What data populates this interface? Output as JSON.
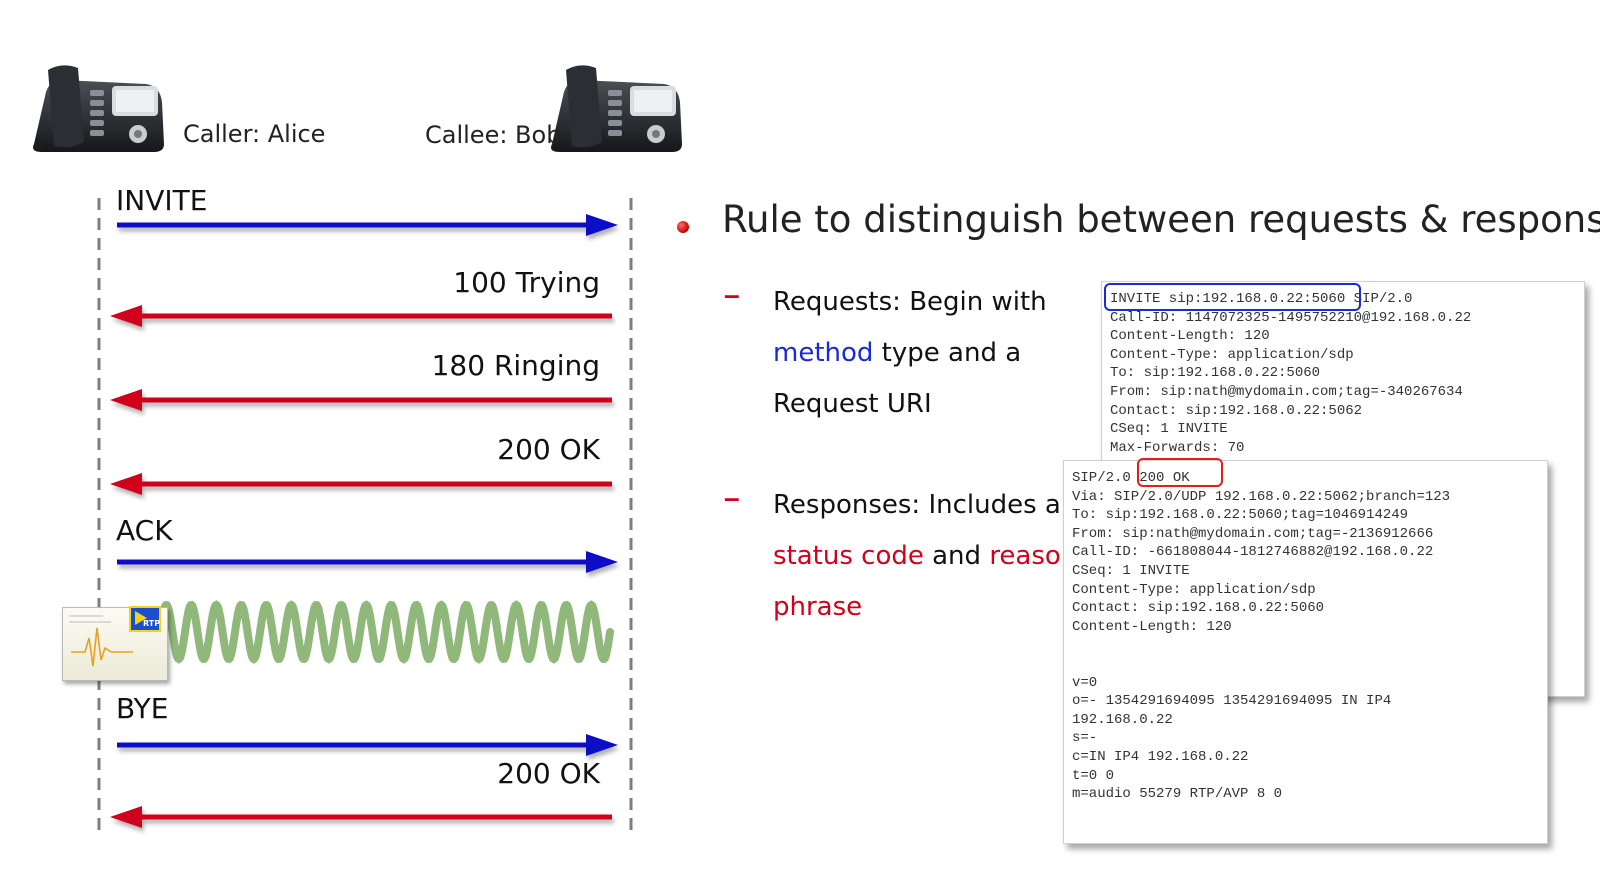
{
  "diagram": {
    "caller_label": "Caller: Alice",
    "callee_label": "Callee: Bob",
    "messages": [
      {
        "label": "INVITE",
        "direction": "right",
        "color": "#0a10c8"
      },
      {
        "label": "100 Trying",
        "direction": "left",
        "color": "#d0021b"
      },
      {
        "label": "180 Ringing",
        "direction": "left",
        "color": "#d0021b"
      },
      {
        "label": "200 OK",
        "direction": "left",
        "color": "#d0021b"
      },
      {
        "label": "ACK",
        "direction": "right",
        "color": "#0a10c8"
      },
      {
        "label": "BYE",
        "direction": "right",
        "color": "#0a10c8"
      },
      {
        "label": "200 OK",
        "direction": "left",
        "color": "#d0021b"
      }
    ],
    "rtp_badge": "RTP",
    "wave_color": "#8fb87a"
  },
  "explanation": {
    "title": "Rule to distinguish between requests & responses?",
    "requests": {
      "term": "Requests",
      "line1_rest": ": Begin with",
      "line2_colored": "method",
      "line2_rest": " type and a",
      "line3": "Request URI"
    },
    "responses": {
      "term": "Responses",
      "line1_rest": ": Includes a",
      "line2_colored_a": "status code",
      "line2_mid": " and ",
      "line2_colored_b": "reason",
      "line3_colored": "phrase"
    }
  },
  "request_packet": {
    "lines": [
      "INVITE sip:192.168.0.22:5060 SIP/2.0",
      "Call-ID: 1147072325-1495752210@192.168.0.22",
      "Content-Length: 120",
      "Content-Type: application/sdp",
      "To: sip:192.168.0.22:5060",
      "From: sip:nath@mydomain.com;tag=-340267634",
      "Contact: sip:192.168.0.22:5062",
      "CSeq: 1 INVITE",
      "Max-Forwards: 70"
    ]
  },
  "response_packet": {
    "lines": [
      "SIP/2.0 200 OK",
      "Via: SIP/2.0/UDP 192.168.0.22:5062;branch=123",
      "To: sip:192.168.0.22:5060;tag=1046914249",
      "From: sip:nath@mydomain.com;tag=-2136912666",
      "Call-ID: -661808044-1812746882@192.168.0.22",
      "CSeq: 1 INVITE",
      "Content-Type: application/sdp",
      "Contact: sip:192.168.0.22:5060",
      "Content-Length: 120",
      "",
      "",
      "v=0",
      "o=- 1354291694095 1354291694095 IN IP4",
      "192.168.0.22",
      "s=-",
      "c=IN IP4 192.168.0.22",
      "t=0 0",
      "m=audio 55279 RTP/AVP 8 0"
    ]
  },
  "colors": {
    "request_highlight": "#1a2bd6",
    "response_highlight": "#e0201b"
  }
}
